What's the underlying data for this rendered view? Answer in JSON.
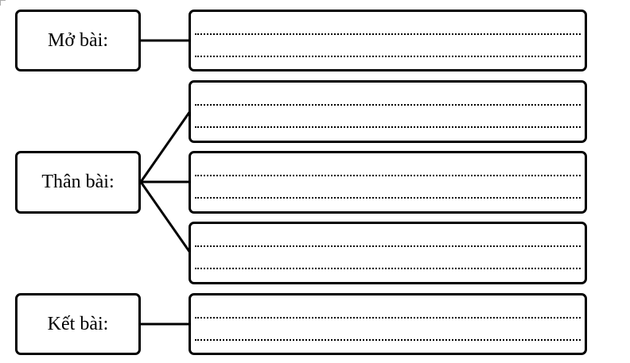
{
  "sections": {
    "intro": {
      "label": "Mở bài:"
    },
    "body": {
      "label": "Thân bài:"
    },
    "conclusion": {
      "label": "Kết bài:"
    }
  }
}
